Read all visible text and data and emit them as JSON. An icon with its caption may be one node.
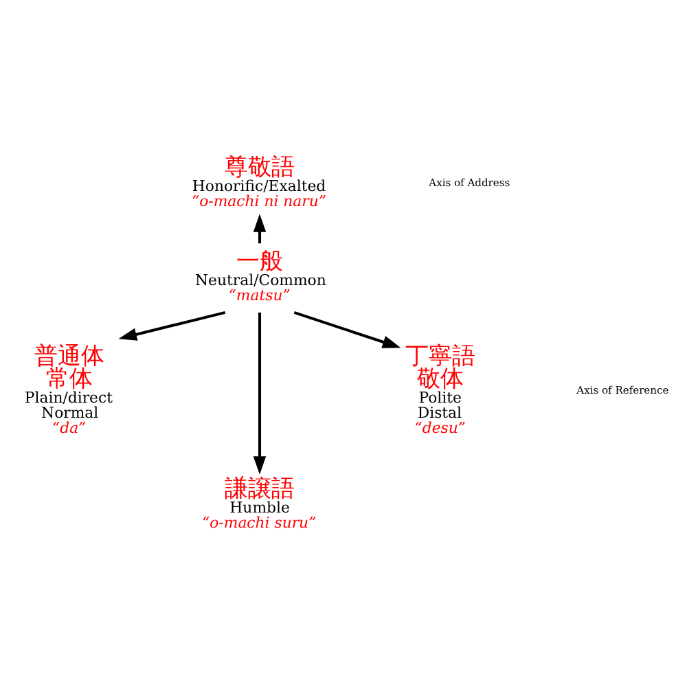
{
  "diagram": {
    "nodes": [
      {
        "text": [
          "尊敬語",
          "Honorific/Exalted",
          "“o-machi ni naru”"
        ]
      },
      {
        "text": [
          "一般",
          "Neutral/Common",
          "“matsu”"
        ]
      },
      {
        "text": [
          "普通体",
          "常体",
          "Plain/direct",
          "Normal",
          "“da”"
        ]
      },
      {
        "text": [
          "丁寧語",
          "敬体",
          "Polite",
          "Distal",
          "“desu”"
        ]
      },
      {
        "text": [
          "謙譲語",
          "Humble",
          "“o-machi suru”"
        ]
      }
    ],
    "edges": [
      {
        "from": 1,
        "to": 0,
        "arrow": "to"
      },
      {
        "from": 1,
        "to": 2,
        "arrow": "to"
      },
      {
        "from": 1,
        "to": 3,
        "arrow": "to"
      },
      {
        "from": 1,
        "to": 4,
        "arrow": "to"
      }
    ],
    "labels": [
      "Axis of Address",
      "Axis of Reference"
    ]
  }
}
